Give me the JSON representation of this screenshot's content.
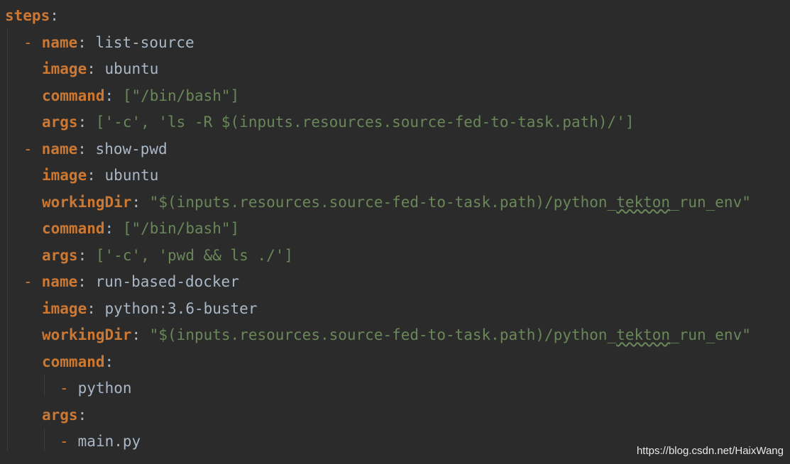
{
  "editor": {
    "lines": [
      {
        "indent": 0,
        "dash": false,
        "key": "steps",
        "colon": ":",
        "value": "",
        "vclass": "val"
      },
      {
        "indent": 1,
        "dash": true,
        "key": "name",
        "colon": ":",
        "value": "list-source",
        "vclass": "val"
      },
      {
        "indent": 2,
        "dash": false,
        "key": "image",
        "colon": ":",
        "value": "ubuntu",
        "vclass": "val"
      },
      {
        "indent": 2,
        "dash": false,
        "key": "command",
        "colon": ":",
        "value": "[\"/bin/bash\"]",
        "vclass": "str"
      },
      {
        "indent": 2,
        "dash": false,
        "key": "args",
        "colon": ":",
        "value": "['-c', 'ls -R $(inputs.resources.source-fed-to-task.path)/']",
        "vclass": "str"
      },
      {
        "indent": 1,
        "dash": true,
        "key": "name",
        "colon": ":",
        "value": "show-pwd",
        "vclass": "val"
      },
      {
        "indent": 2,
        "dash": false,
        "key": "image",
        "colon": ":",
        "value": "ubuntu",
        "vclass": "val"
      },
      {
        "indent": 2,
        "dash": false,
        "key": "workingDir",
        "colon": ":",
        "value": "\"$(inputs.resources.source-fed-to-task.path)/python_tekton_run_env\"",
        "vclass": "str"
      },
      {
        "indent": 2,
        "dash": false,
        "key": "command",
        "colon": ":",
        "value": "[\"/bin/bash\"]",
        "vclass": "str"
      },
      {
        "indent": 2,
        "dash": false,
        "key": "args",
        "colon": ":",
        "value": "['-c', 'pwd && ls ./']",
        "vclass": "str"
      },
      {
        "indent": 1,
        "dash": true,
        "key": "name",
        "colon": ":",
        "value": "run-based-docker",
        "vclass": "val"
      },
      {
        "indent": 2,
        "dash": false,
        "key": "image",
        "colon": ":",
        "value": "python:3.6-buster",
        "vclass": "val"
      },
      {
        "indent": 2,
        "dash": false,
        "key": "workingDir",
        "colon": ":",
        "value": "\"$(inputs.resources.source-fed-to-task.path)/python_tekton_run_env\"",
        "vclass": "str"
      },
      {
        "indent": 2,
        "dash": false,
        "key": "command",
        "colon": ":",
        "value": "",
        "vclass": "val"
      },
      {
        "indent": 3,
        "dash": true,
        "key": "",
        "colon": "",
        "value": "python",
        "vclass": "val"
      },
      {
        "indent": 2,
        "dash": false,
        "key": "args",
        "colon": ":",
        "value": "",
        "vclass": "val"
      },
      {
        "indent": 3,
        "dash": true,
        "key": "",
        "colon": "",
        "value": "main.py",
        "vclass": "val"
      }
    ]
  },
  "watermark": "https://blog.csdn.net/HaixWang"
}
